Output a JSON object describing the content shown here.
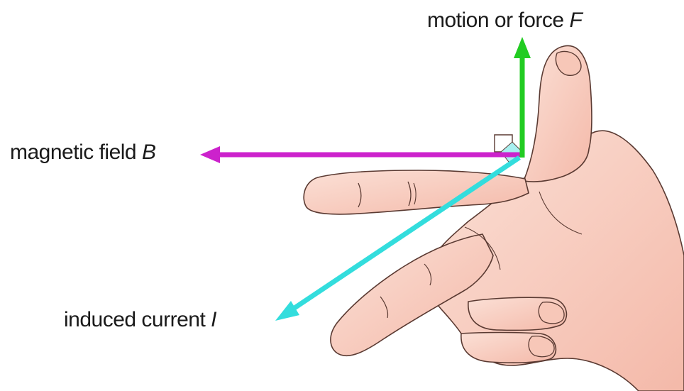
{
  "labels": {
    "force": {
      "text": "motion or force",
      "symbol": "F"
    },
    "field": {
      "text": "magnetic field",
      "symbol": "B"
    },
    "current": {
      "text": "induced current",
      "symbol": "I"
    }
  },
  "colors": {
    "skin": "#f9d3c6",
    "skin_shadow": "#f2b6a6",
    "outline": "#5a3a32",
    "force_arrow": "#22cc22",
    "field_arrow": "#cc22cc",
    "current_arrow": "#33dddd"
  }
}
